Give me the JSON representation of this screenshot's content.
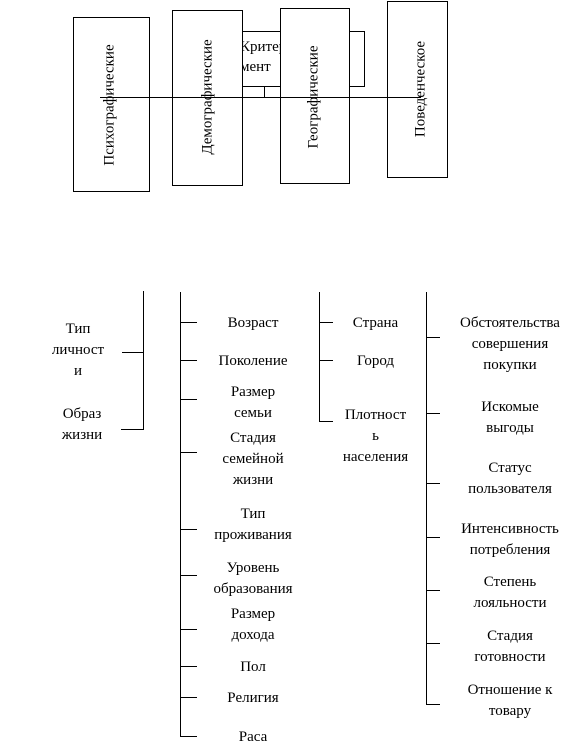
{
  "header": {
    "partial_title_lines": [
      "Критери",
      "мент"
    ],
    "segments": [
      {
        "key": "psych",
        "label": "Психографические"
      },
      {
        "key": "demo",
        "label": "Демографические"
      },
      {
        "key": "geo",
        "label": "Географические"
      },
      {
        "key": "behav",
        "label": "Поведенческое"
      }
    ]
  },
  "columns": {
    "psych": [
      {
        "lines": [
          "Тип",
          "личност",
          "и"
        ]
      },
      {
        "lines": [
          "Образ",
          "жизни"
        ]
      }
    ],
    "demo": [
      {
        "lines": [
          "Возраст"
        ]
      },
      {
        "lines": [
          "Поколение"
        ]
      },
      {
        "lines": [
          "Размер",
          "семьи"
        ]
      },
      {
        "lines": [
          "Стадия",
          "семейной",
          "жизни"
        ]
      },
      {
        "lines": [
          "Тип",
          "проживания"
        ]
      },
      {
        "lines": [
          "Уровень",
          "образования"
        ]
      },
      {
        "lines": [
          "Размер",
          "дохода"
        ]
      },
      {
        "lines": [
          "Пол"
        ]
      },
      {
        "lines": [
          "Религия"
        ]
      },
      {
        "lines": [
          "Раса"
        ]
      }
    ],
    "geo": [
      {
        "lines": [
          "Страна"
        ]
      },
      {
        "lines": [
          "Город"
        ]
      },
      {
        "lines": [
          "Плотност",
          "ь",
          "населения"
        ]
      }
    ],
    "behav": [
      {
        "lines": [
          "Обстоятельства",
          "совершения",
          "покупки"
        ]
      },
      {
        "lines": [
          "Искомые",
          "выгоды"
        ]
      },
      {
        "lines": [
          "Статус",
          "пользователя"
        ]
      },
      {
        "lines": [
          "Интенсивность",
          "потребления"
        ]
      },
      {
        "lines": [
          "Степень",
          "лояльности"
        ]
      },
      {
        "lines": [
          "Стадия",
          "готовности"
        ]
      },
      {
        "lines": [
          "Отношение к",
          "товару"
        ]
      }
    ]
  }
}
